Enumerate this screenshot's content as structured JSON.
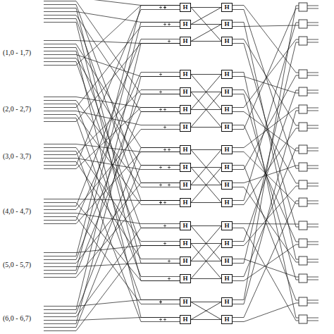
{
  "diagram": {
    "nodes": [
      {
        "text": [
          "H"
        ]
      },
      {
        "text": [
          "H"
        ]
      },
      {
        "text": [
          "H"
        ]
      },
      {
        "text": [
          "H"
        ]
      },
      {
        "text": [
          "H"
        ]
      },
      {
        "text": [
          "H"
        ]
      },
      {
        "text": [
          "H"
        ]
      },
      {
        "text": [
          "H"
        ]
      },
      {
        "text": [
          "H"
        ]
      },
      {
        "text": [
          "H"
        ]
      },
      {
        "text": [
          "H"
        ]
      },
      {
        "text": [
          "H"
        ]
      },
      {
        "text": [
          "H"
        ]
      },
      {
        "text": [
          "H"
        ]
      },
      {
        "text": [
          "H"
        ]
      },
      {
        "text": [
          "H"
        ]
      },
      {
        "text": [
          "H"
        ]
      },
      {
        "text": [
          "H"
        ]
      },
      {
        "text": [
          "H"
        ]
      },
      {
        "text": [
          "H"
        ]
      },
      {
        "text": [
          "H"
        ]
      },
      {
        "text": [
          "H"
        ]
      },
      {
        "text": [
          "H"
        ]
      },
      {
        "text": [
          "H"
        ]
      },
      {
        "text": [
          "H"
        ]
      },
      {
        "text": [
          "H"
        ]
      },
      {
        "text": [
          "H"
        ]
      },
      {
        "text": [
          "H"
        ]
      },
      {
        "text": [
          "H"
        ]
      },
      {
        "text": [
          "H"
        ]
      },
      {
        "text": [
          "H"
        ]
      },
      {
        "text": [
          "H"
        ]
      },
      {
        "text": [
          "H"
        ]
      },
      {
        "text": [
          "H"
        ]
      }
    ],
    "edges": [
      {
        "from": 0,
        "to": 1,
        "arrow": "none"
      },
      {
        "from": 0,
        "to": 5,
        "arrow": "none"
      },
      {
        "from": 2,
        "to": 3,
        "arrow": "none"
      },
      {
        "from": 2,
        "to": 1,
        "arrow": "none"
      },
      {
        "from": 4,
        "to": 5,
        "arrow": "none"
      },
      {
        "from": 4,
        "to": 3,
        "arrow": "none"
      },
      {
        "from": 6,
        "to": 7,
        "arrow": "none"
      },
      {
        "from": 6,
        "to": 11,
        "arrow": "none"
      },
      {
        "from": 8,
        "to": 9,
        "arrow": "none"
      },
      {
        "from": 8,
        "to": 13,
        "arrow": "none"
      },
      {
        "from": 10,
        "to": 11,
        "arrow": "none"
      },
      {
        "from": 10,
        "to": 7,
        "arrow": "none"
      },
      {
        "from": 12,
        "to": 13,
        "arrow": "none"
      },
      {
        "from": 12,
        "to": 9,
        "arrow": "none"
      },
      {
        "from": 14,
        "to": 15,
        "arrow": "none"
      },
      {
        "from": 14,
        "to": 19,
        "arrow": "none"
      },
      {
        "from": 16,
        "to": 17,
        "arrow": "none"
      },
      {
        "from": 16,
        "to": 21,
        "arrow": "none"
      },
      {
        "from": 18,
        "to": 19,
        "arrow": "none"
      },
      {
        "from": 18,
        "to": 15,
        "arrow": "none"
      },
      {
        "from": 20,
        "to": 21,
        "arrow": "none"
      },
      {
        "from": 20,
        "to": 17,
        "arrow": "none"
      },
      {
        "from": 22,
        "to": 23,
        "arrow": "none"
      },
      {
        "from": 22,
        "to": 27,
        "arrow": "none"
      },
      {
        "from": 24,
        "to": 25,
        "arrow": "none"
      },
      {
        "from": 24,
        "to": 29,
        "arrow": "none"
      },
      {
        "from": 26,
        "to": 27,
        "arrow": "none"
      },
      {
        "from": 26,
        "to": 23,
        "arrow": "none"
      },
      {
        "from": 28,
        "to": 29,
        "arrow": "none"
      },
      {
        "from": 28,
        "to": 25,
        "arrow": "none"
      },
      {
        "from": 30,
        "to": 31,
        "arrow": "none"
      },
      {
        "from": 30,
        "to": 33,
        "arrow": "none"
      },
      {
        "from": 32,
        "to": 33,
        "arrow": "none"
      },
      {
        "from": 32,
        "to": 31,
        "arrow": "none"
      }
    ],
    "labels": [
      "(1,0 - 1,7)",
      "(2,0 - 2,7)",
      "(3,0 - 3,7)",
      "(4,0 - 4,7)",
      "(5,0 - 5,7)",
      "(6,0 - 6,7)"
    ]
  }
}
